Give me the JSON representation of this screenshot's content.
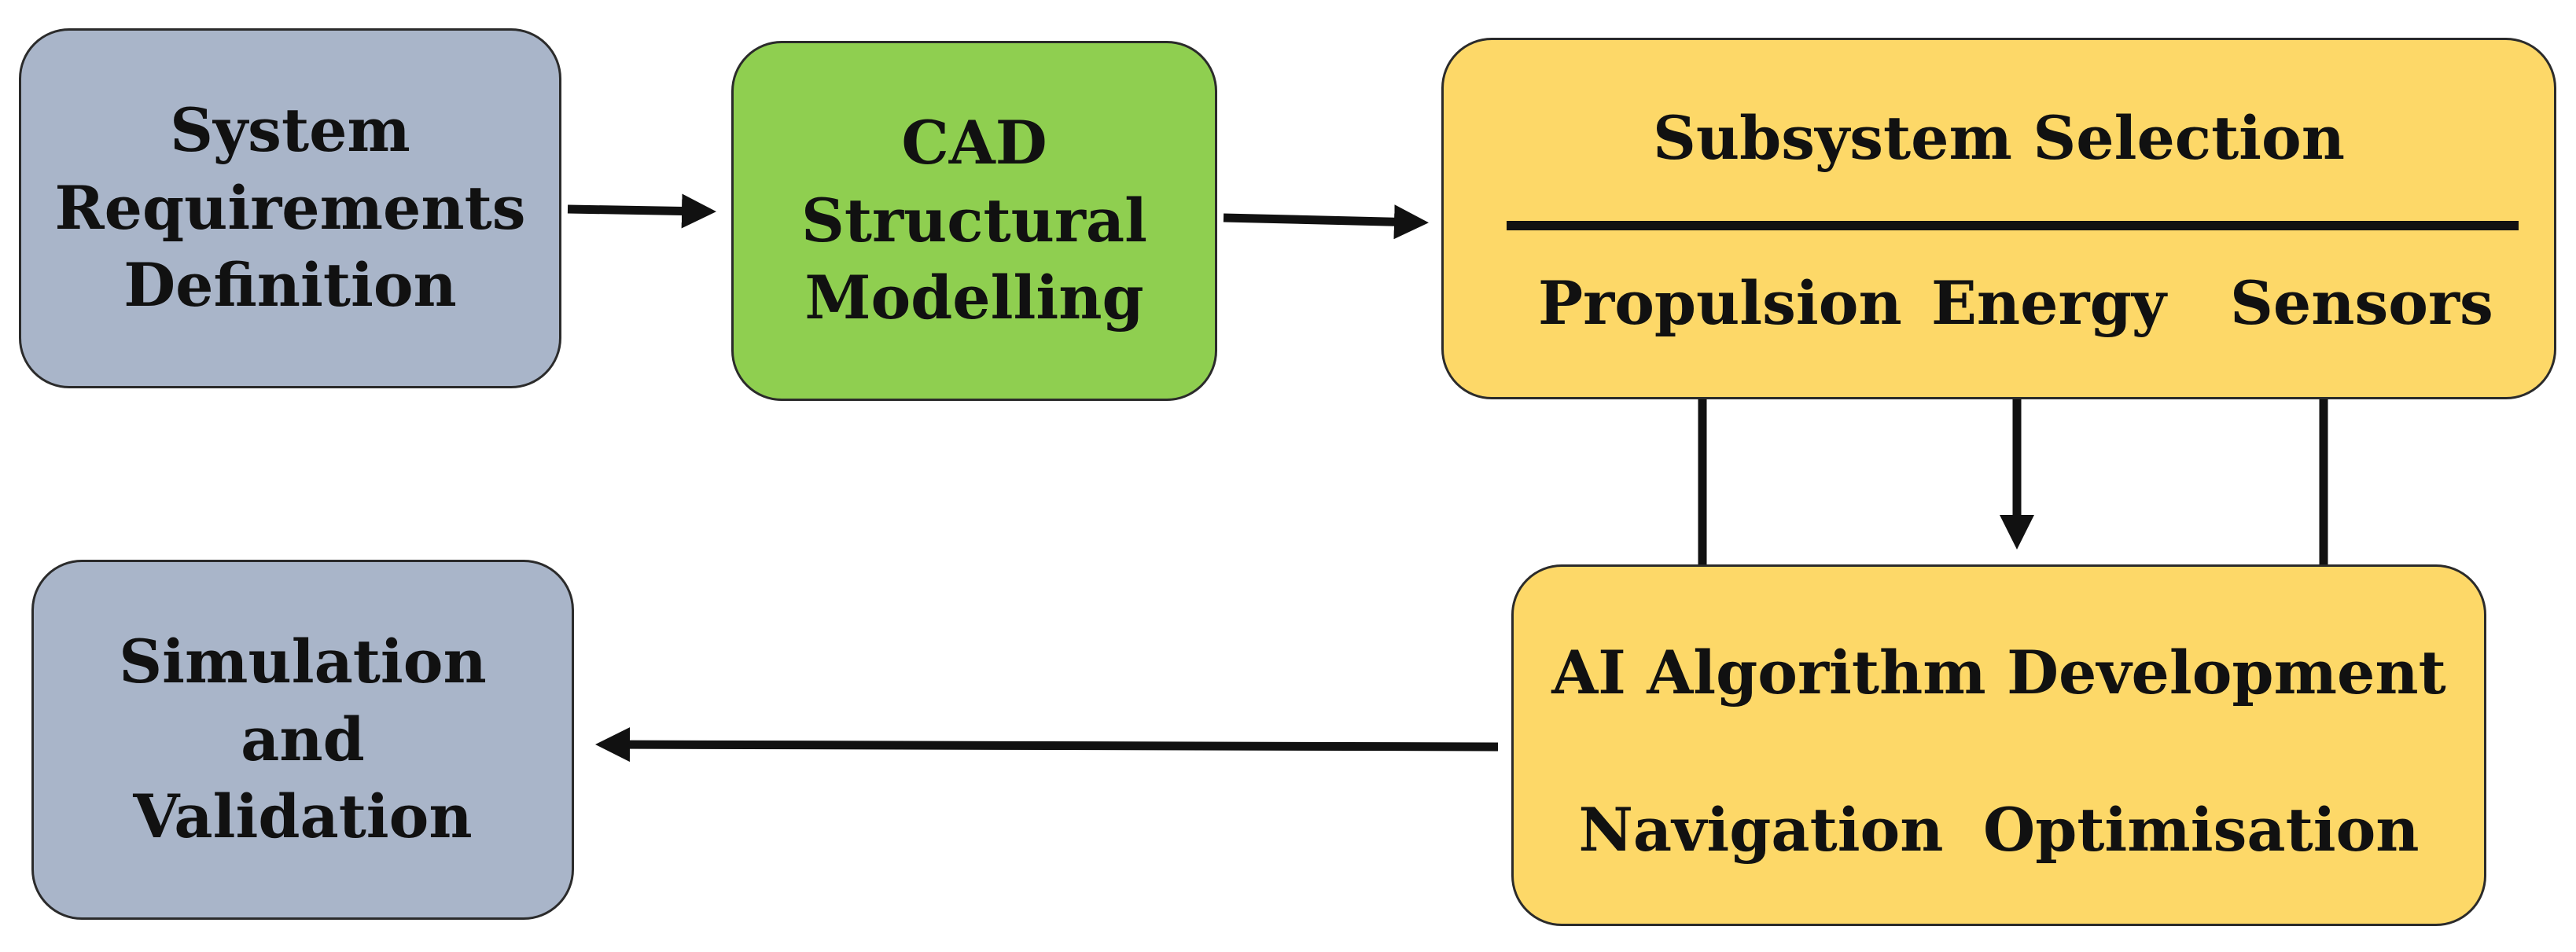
{
  "diagram": {
    "requirements": {
      "lines": [
        "System",
        "Requirements",
        "Definition"
      ]
    },
    "cad": {
      "lines": [
        "CAD",
        "Structural",
        "Modelling"
      ]
    },
    "subsystem": {
      "title": "Subsystem Selection",
      "items": [
        "Propulsion",
        "Energy",
        "Sensors"
      ]
    },
    "ai": {
      "title": "AI Algorithm Development",
      "items": [
        "Navigation",
        "Optimisation"
      ]
    },
    "simulation": {
      "lines": [
        "Simulation",
        "and",
        "Validation"
      ]
    }
  },
  "colors": {
    "gray_box": "#a9b5c9",
    "green_box": "#8fcf50",
    "yellow_box": "#fdd868",
    "connector": "#111111"
  }
}
